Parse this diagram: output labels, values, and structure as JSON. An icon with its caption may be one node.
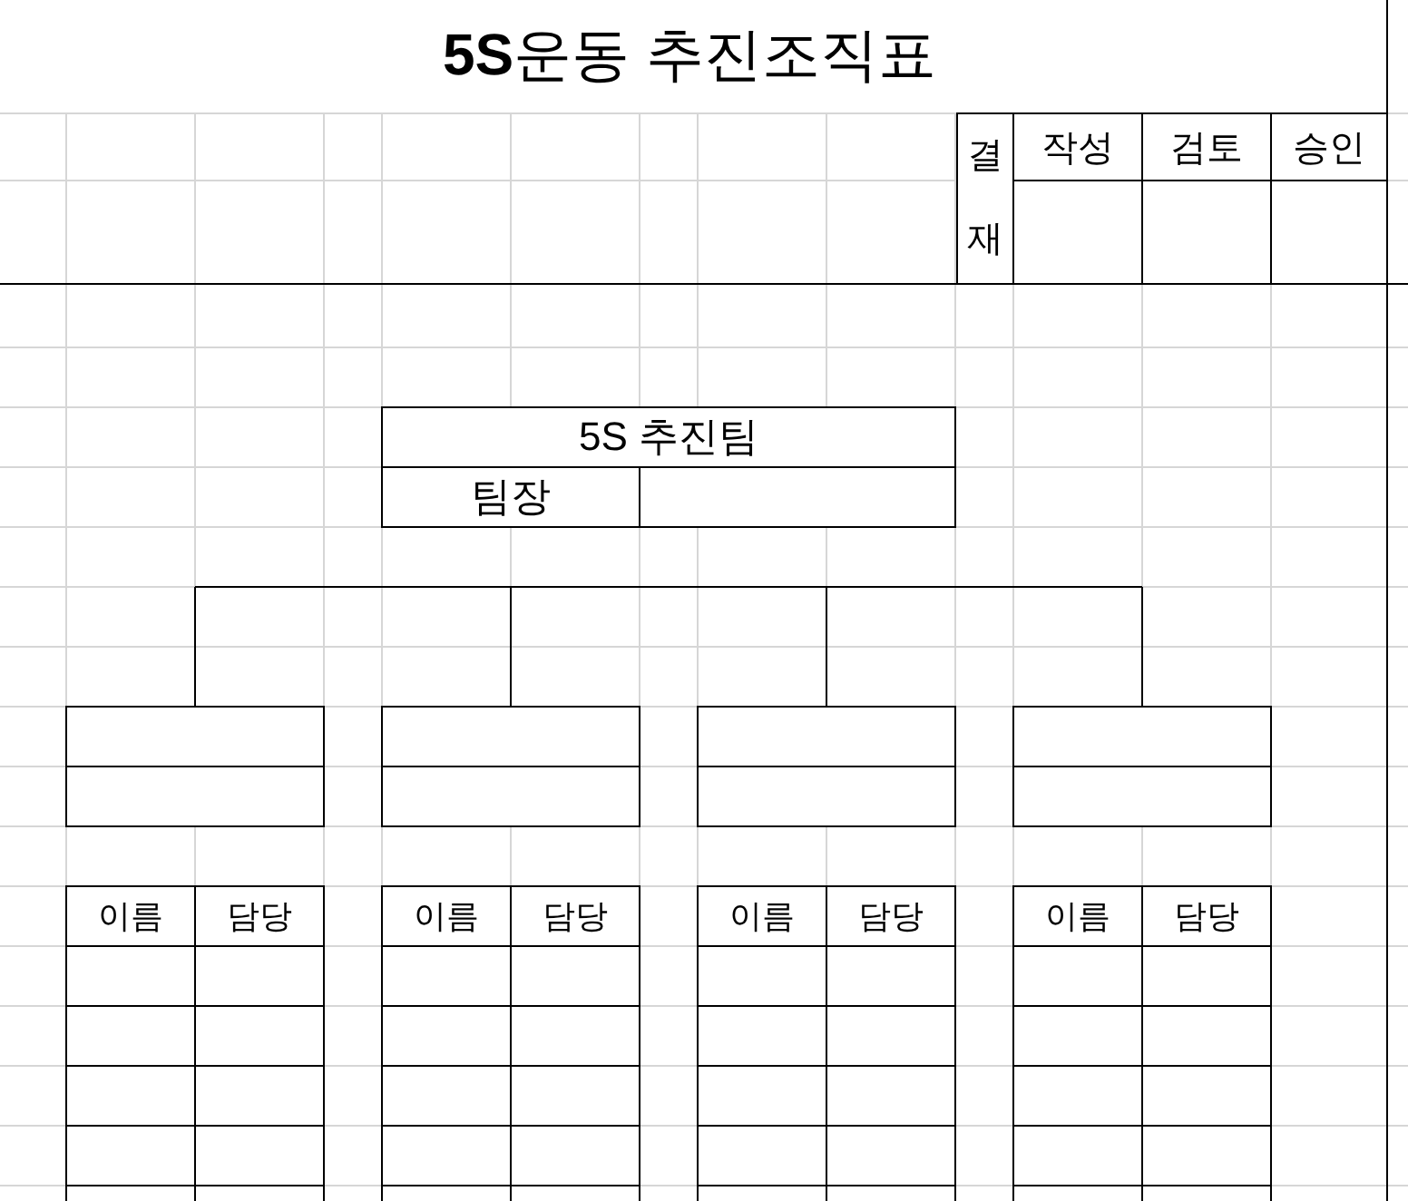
{
  "diagram": {
    "title": "**5S**운동 추진조직표",
    "nodes": [
      {
        "text": [
          "결재",
          "작성",
          "검토",
          "승인"
        ]
      },
      {
        "text": [
          "5S 추진팀",
          "팀장"
        ]
      },
      {
        "text": [],
        "shape": "box"
      },
      {
        "text": [],
        "shape": "box"
      },
      {
        "text": [],
        "shape": "box"
      },
      {
        "text": [],
        "shape": "box"
      },
      {
        "text": [
          "이름",
          "담당"
        ]
      },
      {
        "text": [
          "이름",
          "담당"
        ]
      },
      {
        "text": [
          "이름",
          "담당"
        ]
      },
      {
        "text": [
          "이름",
          "담당"
        ]
      }
    ],
    "edges": [
      {
        "from": null,
        "to": 2,
        "arrow": "none"
      },
      {
        "from": null,
        "to": 3,
        "arrow": "none"
      },
      {
        "from": null,
        "to": 4,
        "arrow": "none"
      },
      {
        "from": null,
        "to": 5,
        "arrow": "none"
      }
    ]
  }
}
